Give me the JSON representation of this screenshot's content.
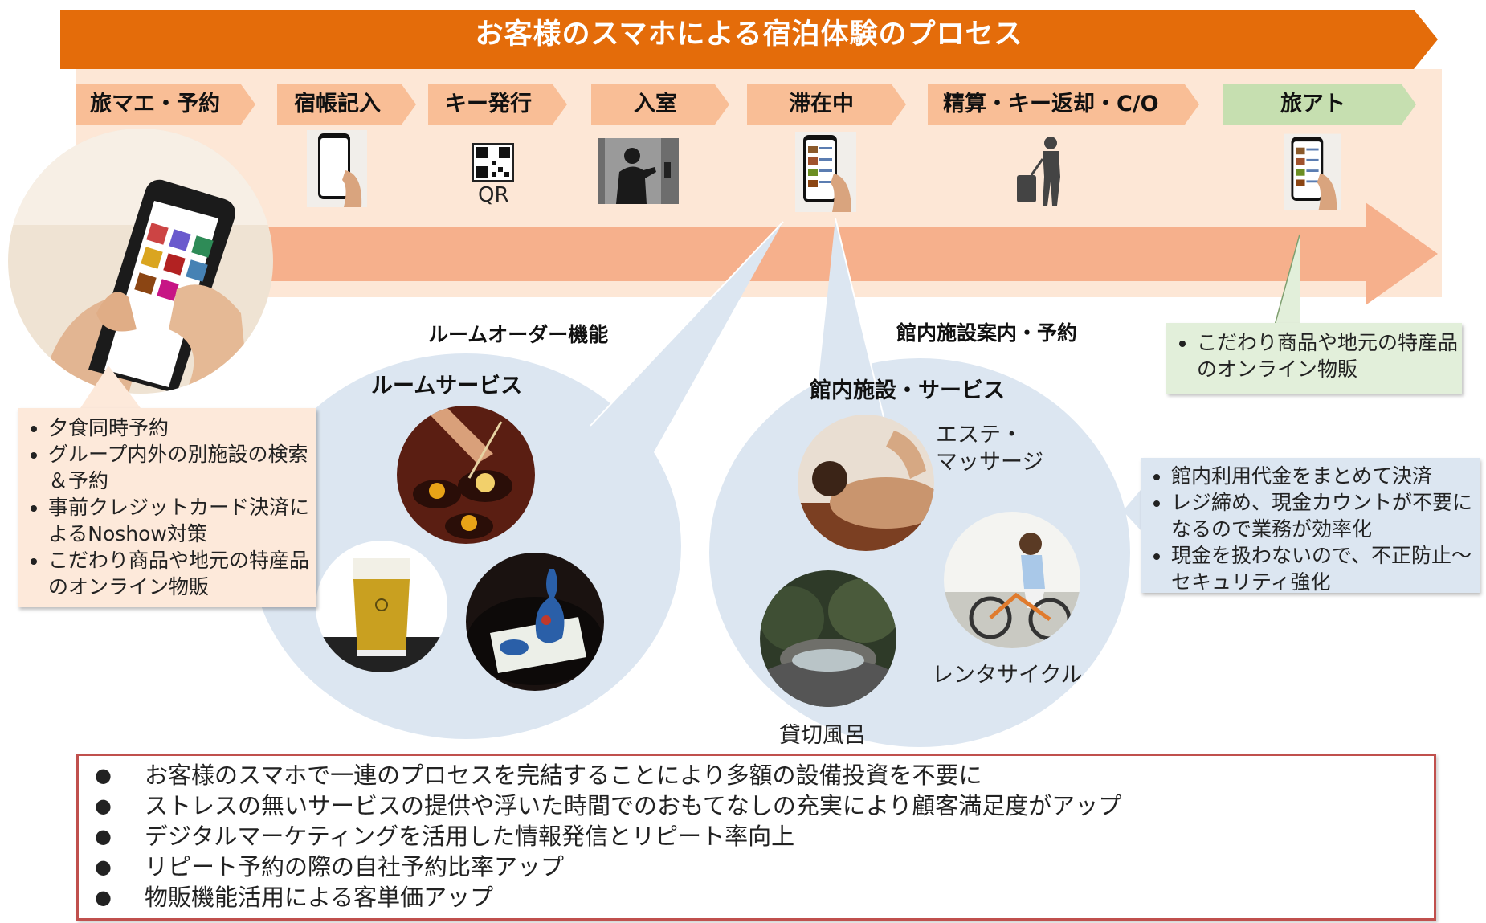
{
  "title": "お客様のスマホによる宿泊体験のプロセス",
  "colors": {
    "banner": "#E46C0A",
    "band": "#FDE7D6",
    "band_arrow": "#F6B08C",
    "stage": "#F9BE96",
    "stage_final": "#C6DFB0",
    "bubble": "#DCE6F1",
    "callout_peach": "#FDE9DA",
    "callout_green": "#E2EFDA",
    "callout_blue": "#DCE6F1",
    "bottom_border": "#C0504D"
  },
  "stages": [
    {
      "label": "旅マエ・予約",
      "icon": "smartphone-in-hand-photo"
    },
    {
      "label": "宿帳記入",
      "icon": "smartphone-icon"
    },
    {
      "label": "キー発行",
      "icon": "qr-code-icon",
      "caption": "QR"
    },
    {
      "label": "入室",
      "icon": "door-entry-icon"
    },
    {
      "label": "滞在中",
      "icon": "smartphone-app-icon"
    },
    {
      "label": "精算・キー返却・C/O",
      "icon": "traveler-luggage-icon"
    },
    {
      "label": "旅アト",
      "icon": "smartphone-app-icon"
    }
  ],
  "room_order": {
    "heading": "ルームオーダー機能",
    "bubble_title": "ルームサービス",
    "images": [
      "food-service-photo",
      "beer-photo",
      "sake-photo"
    ]
  },
  "facility": {
    "heading": "館内施設案内・予約",
    "bubble_title": "館内施設・サービス",
    "items": [
      {
        "label": "エステ・\nマッサージ",
        "image": "massage-photo"
      },
      {
        "label": "レンタサイクル",
        "image": "bicycle-photo"
      },
      {
        "label": "貸切風呂",
        "image": "onsen-photo"
      }
    ]
  },
  "callout_before": [
    "夕食同時予約",
    "グループ内外の別施設の検索＆予約",
    "事前クレジットカード決済によるNoshow対策",
    "こだわり商品や地元の特産品のオンライン物販"
  ],
  "callout_after": [
    "こだわり商品や地元の特産品のオンライン物販"
  ],
  "callout_facility": [
    "館内利用代金をまとめて決済",
    "レジ締め、現金カウントが不要になるので業務が効率化",
    "現金を扱わないので、不正防止～セキュリティ強化"
  ],
  "benefits": [
    "お客様のスマホで一連のプロセスを完結することにより多額の設備投資を不要に",
    "ストレスの無いサービスの提供や浮いた時間でのおもてなしの充実により顧客満足度がアップ",
    "デジタルマーケティングを活用した情報発信とリピート率向上",
    "リピート予約の際の自社予約比率アップ",
    "物販機能活用による客単価アップ"
  ]
}
